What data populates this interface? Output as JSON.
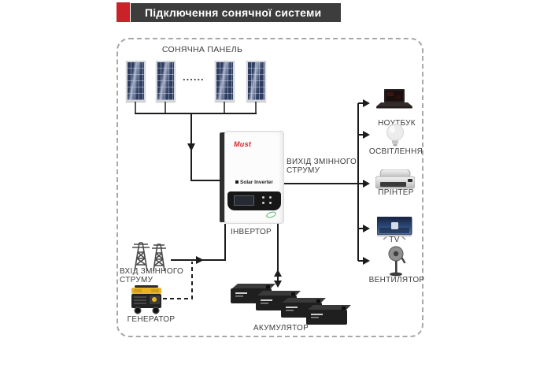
{
  "title": {
    "text": "Підключення сонячної системи"
  },
  "colors": {
    "accent_red": "#c9232a",
    "title_bar_bg": "#3d3d3d",
    "line_color": "#1c1c1c",
    "frame_dash": "#a8a8a8",
    "label_gray": "#3d3d3d",
    "panel_blue": "#2e3c60",
    "generator_yellow": "#e7b426",
    "inverter_brand_red": "#d6232a",
    "leaf_green": "#37a34a"
  },
  "diagram": {
    "solar_panel": {
      "label": "СОНЯЧНА ПАНЕЛЬ",
      "dots": "......"
    },
    "inverter": {
      "label": "ІНВЕРТОР",
      "brand": "Must",
      "product": "Solar Inverter"
    },
    "ac_output": {
      "line1": "ВИХІД ЗМІННОГО",
      "line2": "СТРУМУ"
    },
    "ac_input": {
      "line1": "ВХІД ЗМІННОГО",
      "line2": "СТРУМУ"
    },
    "generator": {
      "label": "ГЕНЕРАТОР"
    },
    "battery": {
      "label": "АКУМУЛЯТОР"
    },
    "devices": [
      {
        "icon": "laptop-icon",
        "label": "НОУТБУК"
      },
      {
        "icon": "lightbulb-icon",
        "label": "ОСВІТЛЕННЯ"
      },
      {
        "icon": "printer-icon",
        "label": "ПРІНТЕР"
      },
      {
        "icon": "tv-icon",
        "label": "TV"
      },
      {
        "icon": "fan-icon",
        "label": "ВЕНТИЛЯТОР"
      }
    ]
  }
}
